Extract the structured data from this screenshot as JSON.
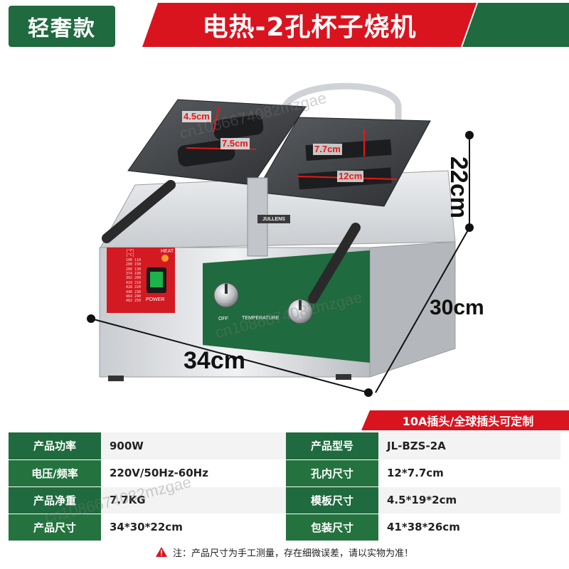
{
  "header": {
    "badge": "轻奢款",
    "title": "电热-2孔杯子烧机"
  },
  "dimensions": {
    "width": "34cm",
    "depth": "30cm",
    "height": "22cm",
    "plate_1": "4.5cm",
    "plate_2": "7.5cm",
    "plate_3": "7.7cm",
    "plate_4": "12cm"
  },
  "machine": {
    "brand": "JULLENS",
    "panel_heat": "HEAT",
    "panel_power": "POWER",
    "panel_temperature": "TEMPERATURE",
    "panel_off": "OFF",
    "temp_table_header": "[°F] [°C]",
    "temp_table": [
      "100 110",
      "200 150",
      "266 130",
      "374 190",
      "392 200",
      "410 210",
      "428 220",
      "446 230",
      "464 240",
      "482 250"
    ]
  },
  "plug_banner": "10A插头/全球插头可定制",
  "specs": [
    {
      "k1": "产品功率",
      "v1": "900W",
      "k2": "产品型号",
      "v2": "JL-BZS-2A"
    },
    {
      "k1": "电压/频率",
      "v1": "220V/50Hz-60Hz",
      "k2": "孔内尺寸",
      "v2": "12*7.7cm"
    },
    {
      "k1": "产品净重",
      "v1": "7.7KG",
      "k2": "模板尺寸",
      "v2": "4.5*19*2cm"
    },
    {
      "k1": "产品尺寸",
      "v1": "34*30*22cm",
      "k2": "包装尺寸",
      "v2": "41*38*26cm"
    }
  ],
  "footer_note": "注：产品尺寸为手工测量，存在细微误差，请以实物为准！",
  "watermark": "cn1086674082mzgae",
  "colors": {
    "green": "#1f6a3e",
    "red": "#d9141f",
    "dimension_red": "#e81818"
  }
}
